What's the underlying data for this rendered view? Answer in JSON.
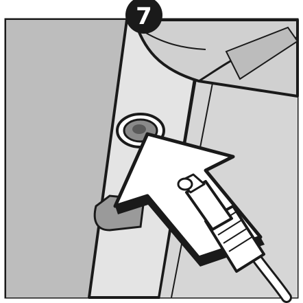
{
  "step": {
    "number": "7"
  },
  "colors": {
    "outline": "#1a1a1a",
    "frame_fill": "#c6c6c6",
    "panel_fill": "#e4e4e4",
    "shadow_fill": "#b4b4b4",
    "arrow_fill": "#ffffff",
    "badge_fill": "#1a1a1a",
    "badge_text": "#ffffff",
    "background": "#ffffff"
  },
  "icons": {
    "badge": "step-number-badge",
    "arrow": "insert-direction-arrow",
    "connector": "power-plug-icon",
    "port": "dc-input-jack-icon"
  }
}
